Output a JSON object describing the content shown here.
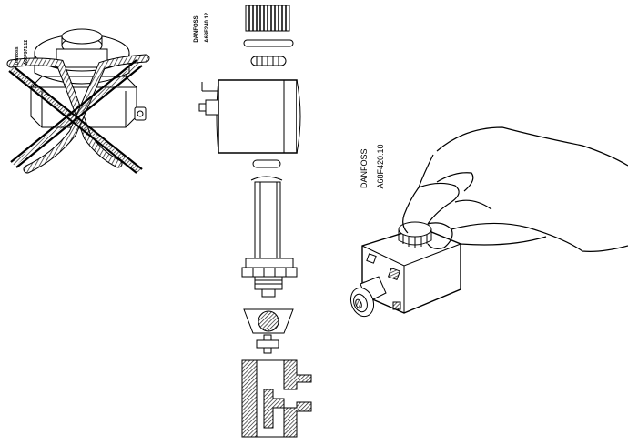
{
  "labels": {
    "fig1": {
      "brand": "Danfoss",
      "code": "A68F971.12"
    },
    "fig2": {
      "brand": "DANFOSS",
      "code": "A68F240.12"
    },
    "fig3": {
      "brand": "DANFOSS",
      "code": "A68F420.10"
    }
  },
  "colors": {
    "line": "#000000",
    "paper": "#ffffff",
    "hatch": "#222222"
  }
}
